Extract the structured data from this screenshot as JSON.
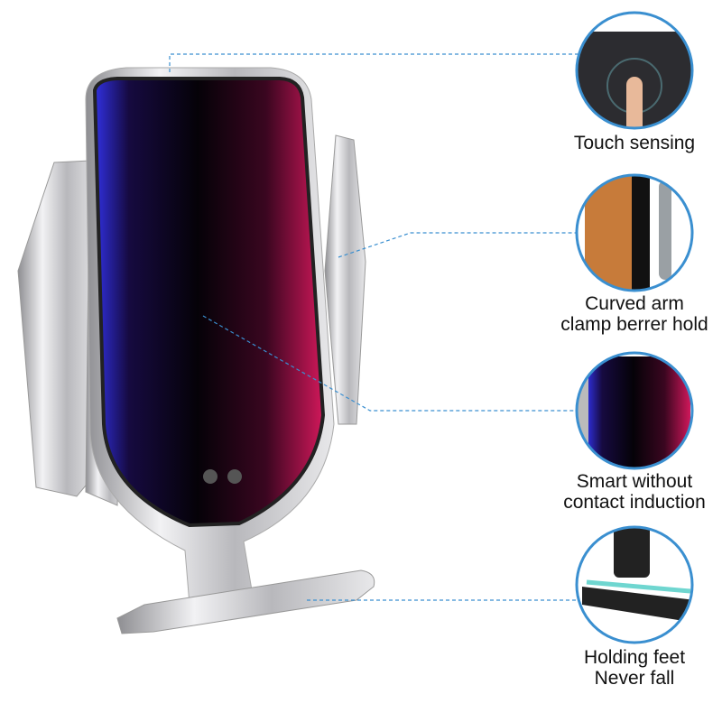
{
  "features": [
    {
      "label_lines": [
        "Touch sensing"
      ]
    },
    {
      "label_lines": [
        "Curved arm",
        "clamp berrer hold"
      ]
    },
    {
      "label_lines": [
        "Smart without",
        "contact induction"
      ]
    },
    {
      "label_lines": [
        "Holding feet",
        "Never fall"
      ]
    }
  ],
  "colors": {
    "circle_border": "#3a8fd0",
    "dash_line": "#3a8fd0",
    "screen_left": "#2b2bd8",
    "screen_right": "#c0104a",
    "chrome": "#c9c9cc"
  }
}
